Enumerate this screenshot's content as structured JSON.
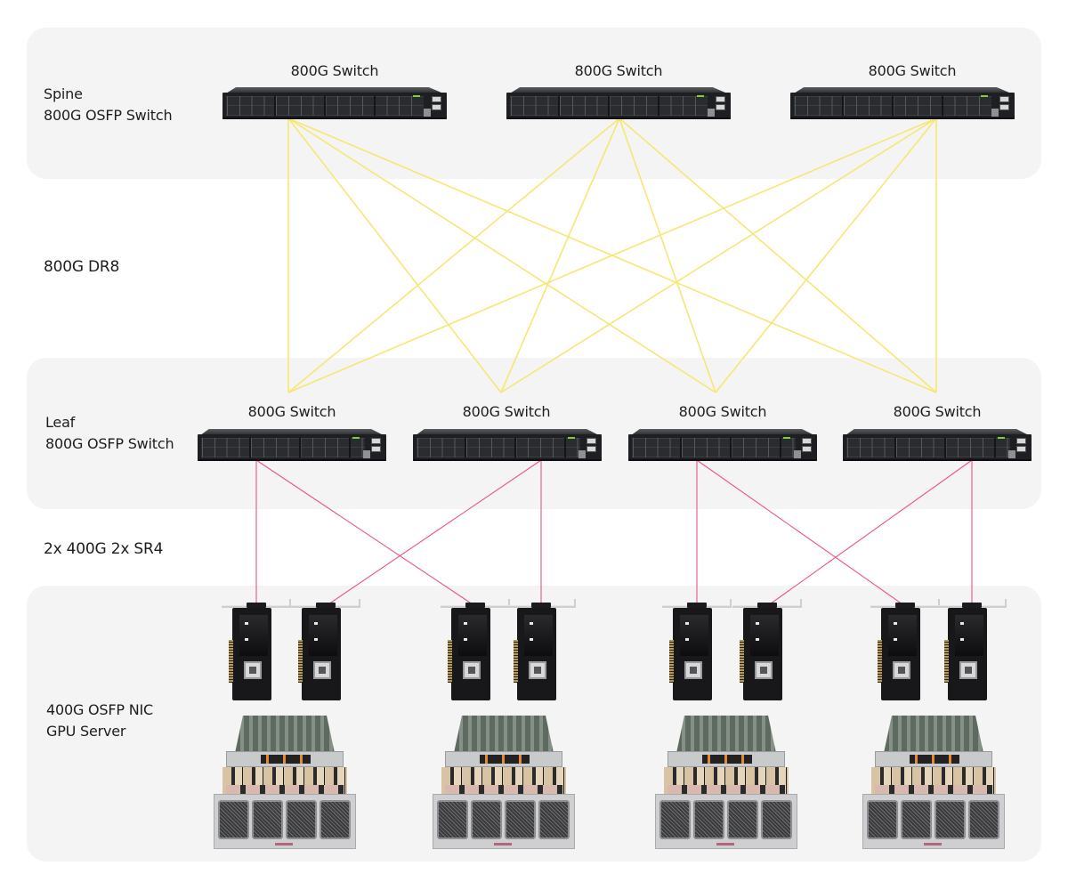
{
  "layers": {
    "spine": {
      "title": "Spine",
      "subtitle": "800G OSFP Switch"
    },
    "leaf": {
      "title": "Leaf",
      "subtitle": "800G OSFP Switch"
    },
    "compute": {
      "title": "400G OSFP NIC",
      "subtitle": "GPU Server"
    }
  },
  "link_types": {
    "spine_leaf": {
      "label": "800G DR8",
      "color": "#f7e675"
    },
    "leaf_nic": {
      "label": "2x 400G 2x SR4",
      "color": "#f0508e"
    }
  },
  "spine_switches": [
    {
      "id": "S1",
      "label": "800G Switch"
    },
    {
      "id": "S2",
      "label": "800G Switch"
    },
    {
      "id": "S3",
      "label": "800G Switch"
    }
  ],
  "leaf_switches": [
    {
      "id": "L1",
      "label": "800G Switch"
    },
    {
      "id": "L2",
      "label": "800G Switch"
    },
    {
      "id": "L3",
      "label": "800G Switch"
    },
    {
      "id": "L4",
      "label": "800G Switch"
    }
  ],
  "nics": [
    "N1",
    "N2",
    "N3",
    "N4",
    "N5",
    "N6",
    "N7",
    "N8"
  ],
  "servers": [
    "G1",
    "G2",
    "G3",
    "G4"
  ],
  "links": {
    "spine_leaf": [
      [
        "S1",
        "L1"
      ],
      [
        "S1",
        "L2"
      ],
      [
        "S1",
        "L3"
      ],
      [
        "S1",
        "L4"
      ],
      [
        "S2",
        "L1"
      ],
      [
        "S2",
        "L2"
      ],
      [
        "S2",
        "L3"
      ],
      [
        "S2",
        "L4"
      ],
      [
        "S3",
        "L1"
      ],
      [
        "S3",
        "L2"
      ],
      [
        "S3",
        "L3"
      ],
      [
        "S3",
        "L4"
      ]
    ],
    "leaf_nic": [
      [
        "L1",
        "N1"
      ],
      [
        "L1",
        "N3"
      ],
      [
        "L2",
        "N2"
      ],
      [
        "L2",
        "N4"
      ],
      [
        "L3",
        "N5"
      ],
      [
        "L3",
        "N7"
      ],
      [
        "L4",
        "N6"
      ],
      [
        "L4",
        "N8"
      ]
    ]
  }
}
